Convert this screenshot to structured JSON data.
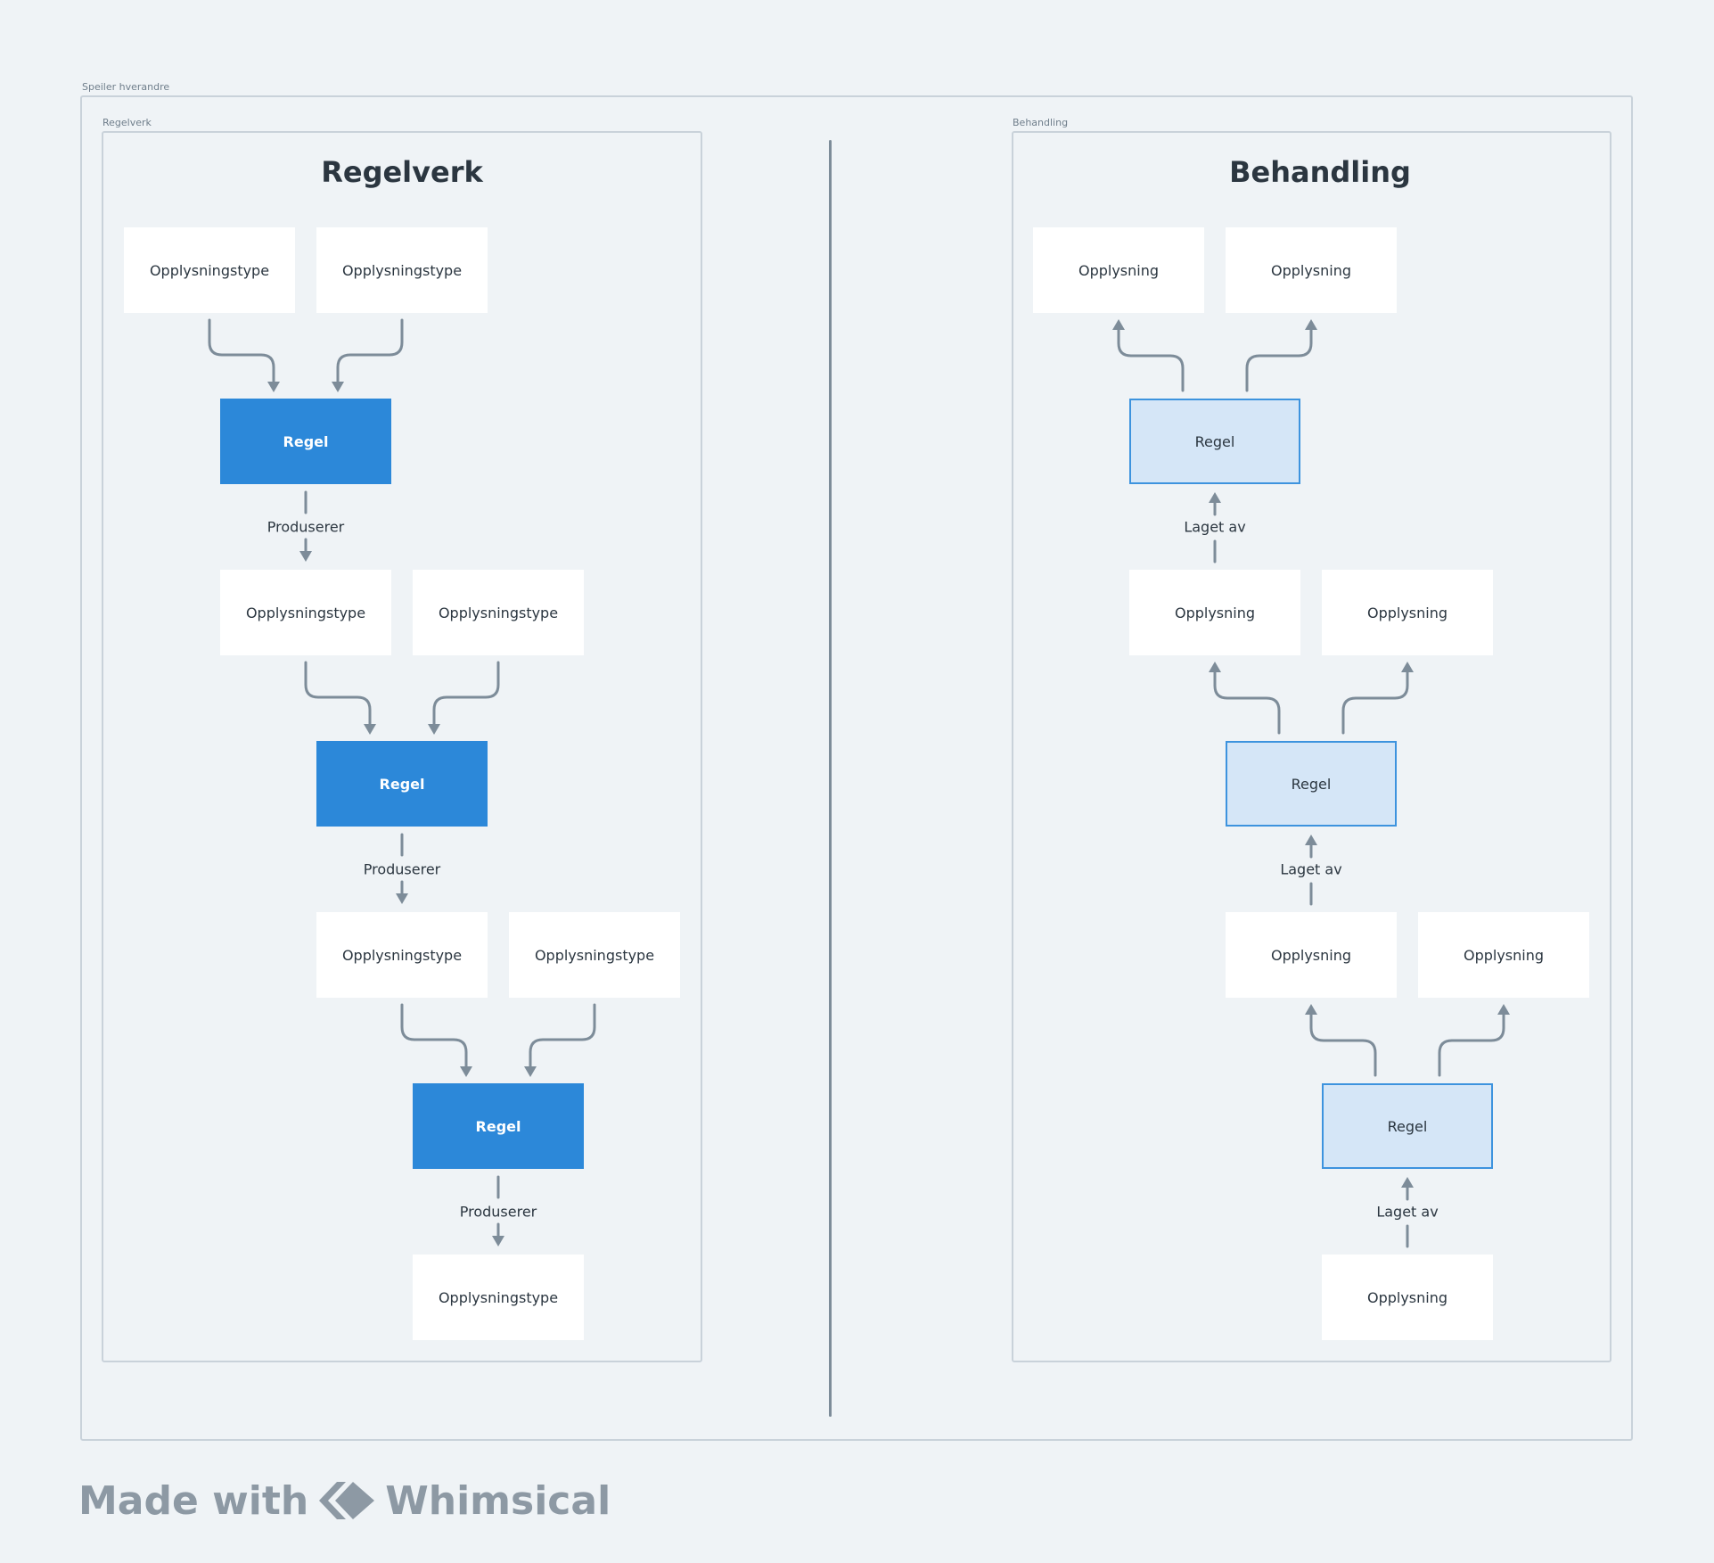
{
  "outer": {
    "label": "Speiler hverandre"
  },
  "left": {
    "frame_label": "Regelverk",
    "title": "Regelverk",
    "row1": [
      "Opplysningstype",
      "Opplysningstype"
    ],
    "rule1": "Regel",
    "edge1": "Produserer",
    "row2": [
      "Opplysningstype",
      "Opplysningstype"
    ],
    "rule2": "Regel",
    "edge2": "Produserer",
    "row3": [
      "Opplysningstype",
      "Opplysningstype"
    ],
    "rule3": "Regel",
    "edge3": "Produserer",
    "output": "Opplysningstype"
  },
  "right": {
    "frame_label": "Behandling",
    "title": "Behandling",
    "row1": [
      "Opplysning",
      "Opplysning"
    ],
    "rule1": "Regel",
    "edge1": "Laget av",
    "row2": [
      "Opplysning",
      "Opplysning"
    ],
    "rule2": "Regel",
    "edge2": "Laget av",
    "row3": [
      "Opplysning",
      "Opplysning"
    ],
    "rule3": "Regel",
    "edge3": "Laget av",
    "output": "Opplysning"
  },
  "footer": {
    "made_with": "Made with",
    "brand": "Whimsical"
  },
  "colors": {
    "background": "#eff3f6",
    "rule_solid": "#2c88d9",
    "rule_light_fill": "#d5e6f7",
    "rule_light_border": "#3d93de",
    "connector": "#7d8c99"
  }
}
